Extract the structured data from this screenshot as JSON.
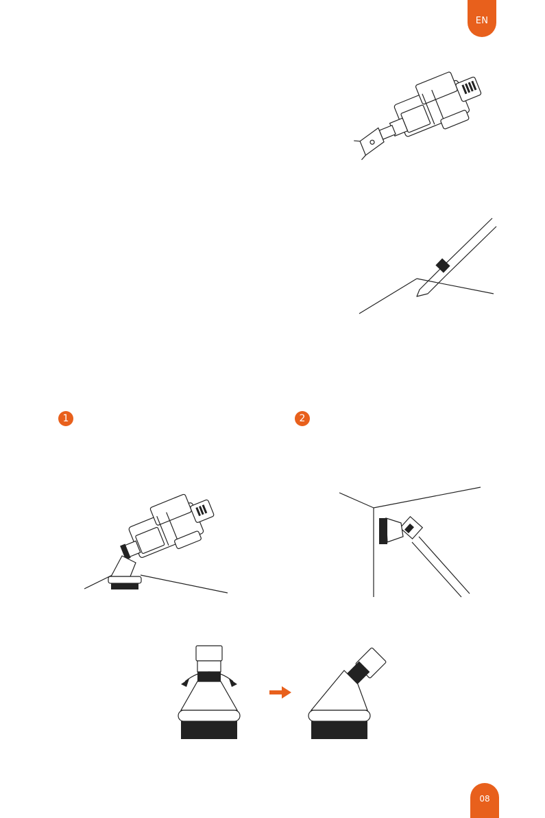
{
  "header": {
    "language_tab": "EN"
  },
  "steps": [
    {
      "number": "1"
    },
    {
      "number": "2"
    }
  ],
  "footer": {
    "page_number": "08"
  },
  "colors": {
    "accent": "#e8601c",
    "line": "#222222"
  }
}
